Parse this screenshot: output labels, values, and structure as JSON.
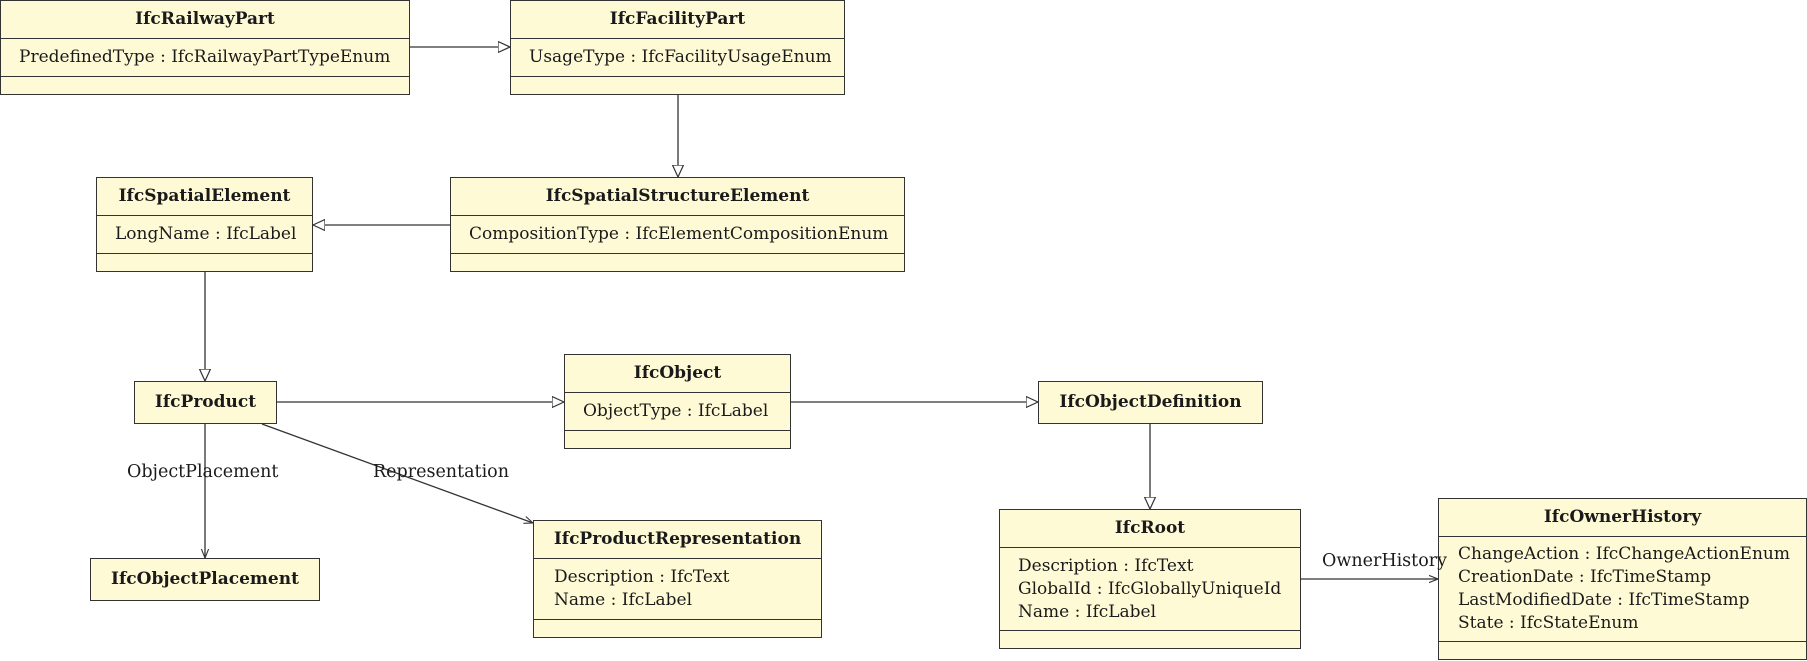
{
  "classes": {
    "railway_part": {
      "name": "IfcRailwayPart",
      "attributes": [
        "PredefinedType : IfcRailwayPartTypeEnum"
      ]
    },
    "facility_part": {
      "name": "IfcFacilityPart",
      "attributes": [
        "UsageType : IfcFacilityUsageEnum"
      ]
    },
    "spatial_element": {
      "name": "IfcSpatialElement",
      "attributes": [
        "LongName : IfcLabel"
      ]
    },
    "spatial_structure_element": {
      "name": "IfcSpatialStructureElement",
      "attributes": [
        "CompositionType : IfcElementCompositionEnum"
      ]
    },
    "product": {
      "name": "IfcProduct"
    },
    "object": {
      "name": "IfcObject",
      "attributes": [
        "ObjectType : IfcLabel"
      ]
    },
    "object_definition": {
      "name": "IfcObjectDefinition"
    },
    "object_placement": {
      "name": "IfcObjectPlacement"
    },
    "product_representation": {
      "name": "IfcProductRepresentation",
      "attributes": [
        "Description : IfcText",
        "Name : IfcLabel"
      ]
    },
    "root": {
      "name": "IfcRoot",
      "attributes": [
        "Description : IfcText",
        "GlobalId : IfcGloballyUniqueId",
        "Name : IfcLabel"
      ]
    },
    "owner_history": {
      "name": "IfcOwnerHistory",
      "attributes": [
        "ChangeAction : IfcChangeActionEnum",
        "CreationDate : IfcTimeStamp",
        "LastModifiedDate : IfcTimeStamp",
        "State : IfcStateEnum"
      ]
    }
  },
  "associations": {
    "object_placement": "ObjectPlacement",
    "representation": "Representation",
    "owner_history": "OwnerHistory"
  }
}
